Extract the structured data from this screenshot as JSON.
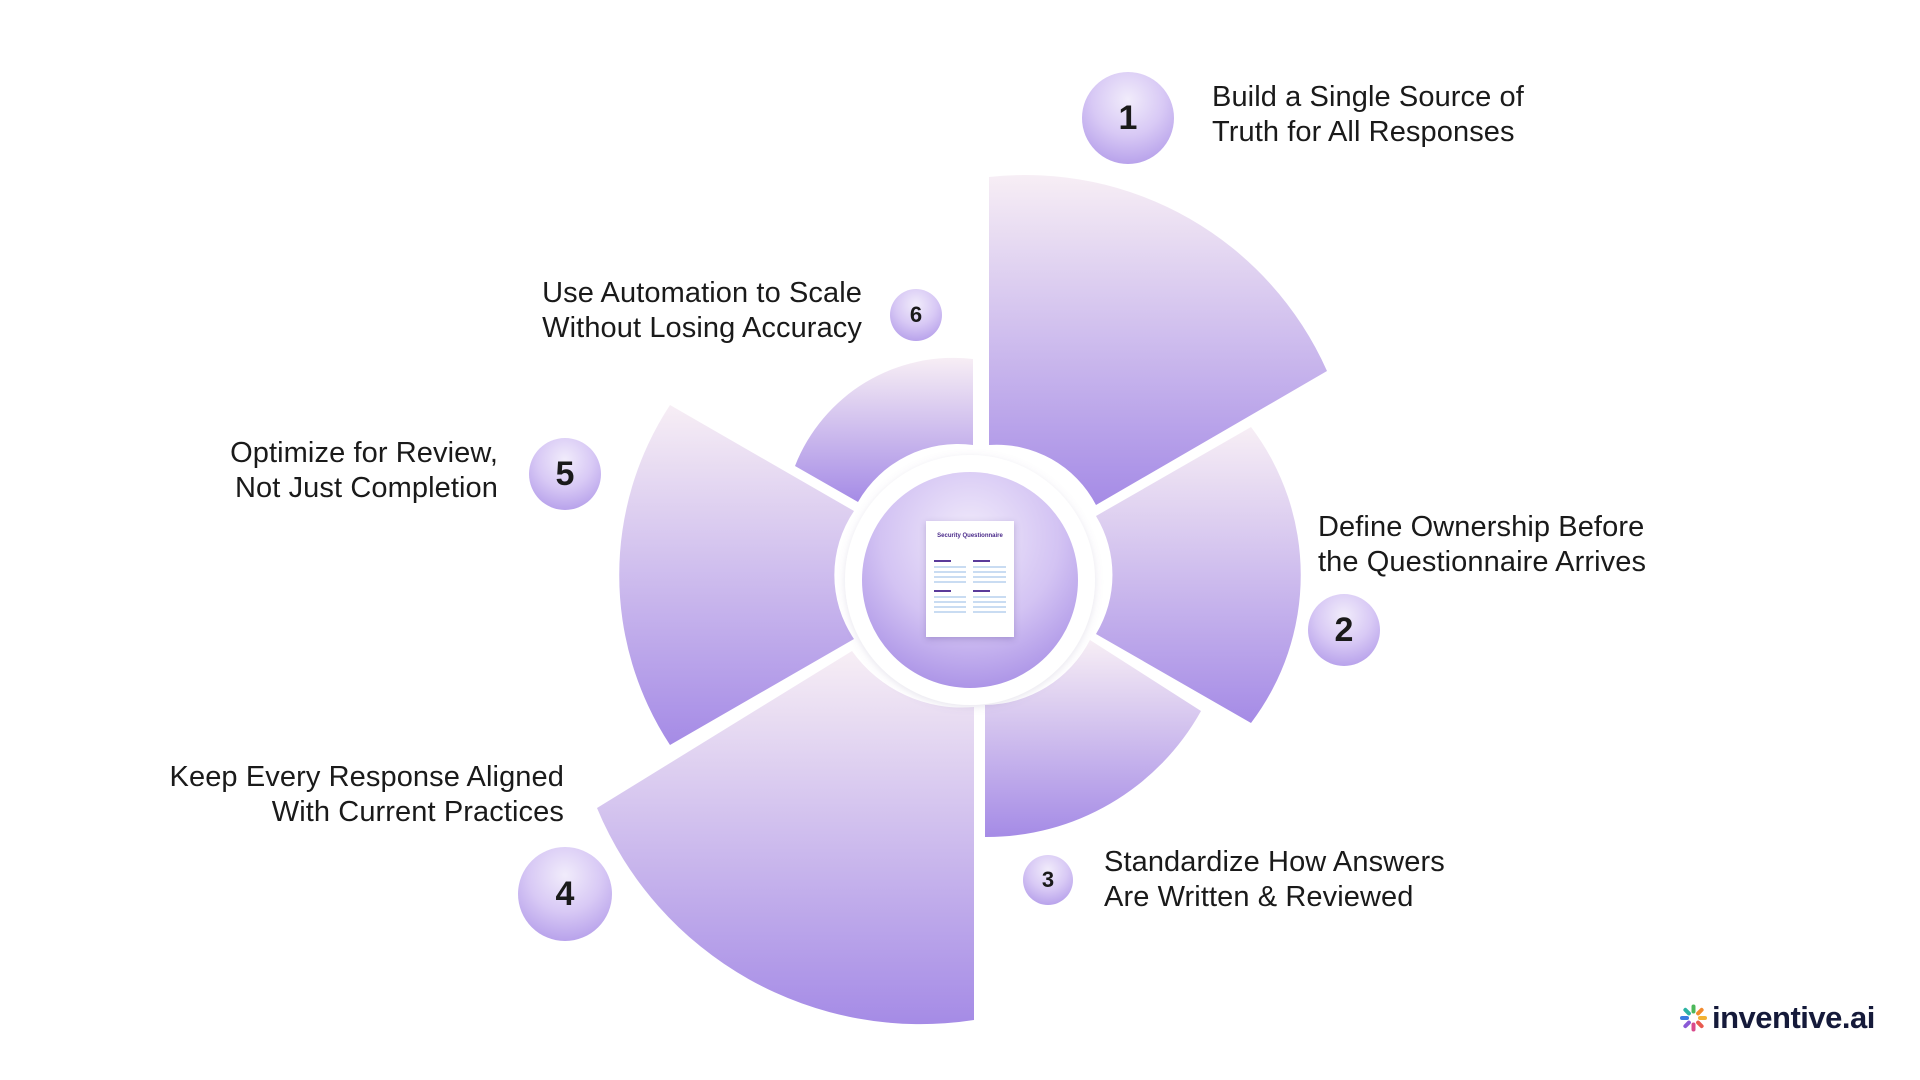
{
  "steps": [
    {
      "number": "1",
      "line1": "Build a Single Source of",
      "line2": "Truth for All Responses"
    },
    {
      "number": "2",
      "line1": "Define Ownership Before",
      "line2": "the Questionnaire Arrives"
    },
    {
      "number": "3",
      "line1": "Standardize How Answers",
      "line2": "Are Written & Reviewed"
    },
    {
      "number": "4",
      "line1": "Keep Every Response Aligned",
      "line2": "With Current Practices"
    },
    {
      "number": "5",
      "line1": "Optimize for Review,",
      "line2": "Not Just Completion"
    },
    {
      "number": "6",
      "line1": "Use Automation to Scale",
      "line2": "Without Losing Accuracy"
    }
  ],
  "center": {
    "document_title": "Security Questionnaire"
  },
  "logo": {
    "text": "inventive.ai"
  },
  "colors": {
    "segment_light": "#f7eef5",
    "segment_dark": "#a58be6",
    "text": "#1a1a1a",
    "logo_text": "#151a3a"
  }
}
